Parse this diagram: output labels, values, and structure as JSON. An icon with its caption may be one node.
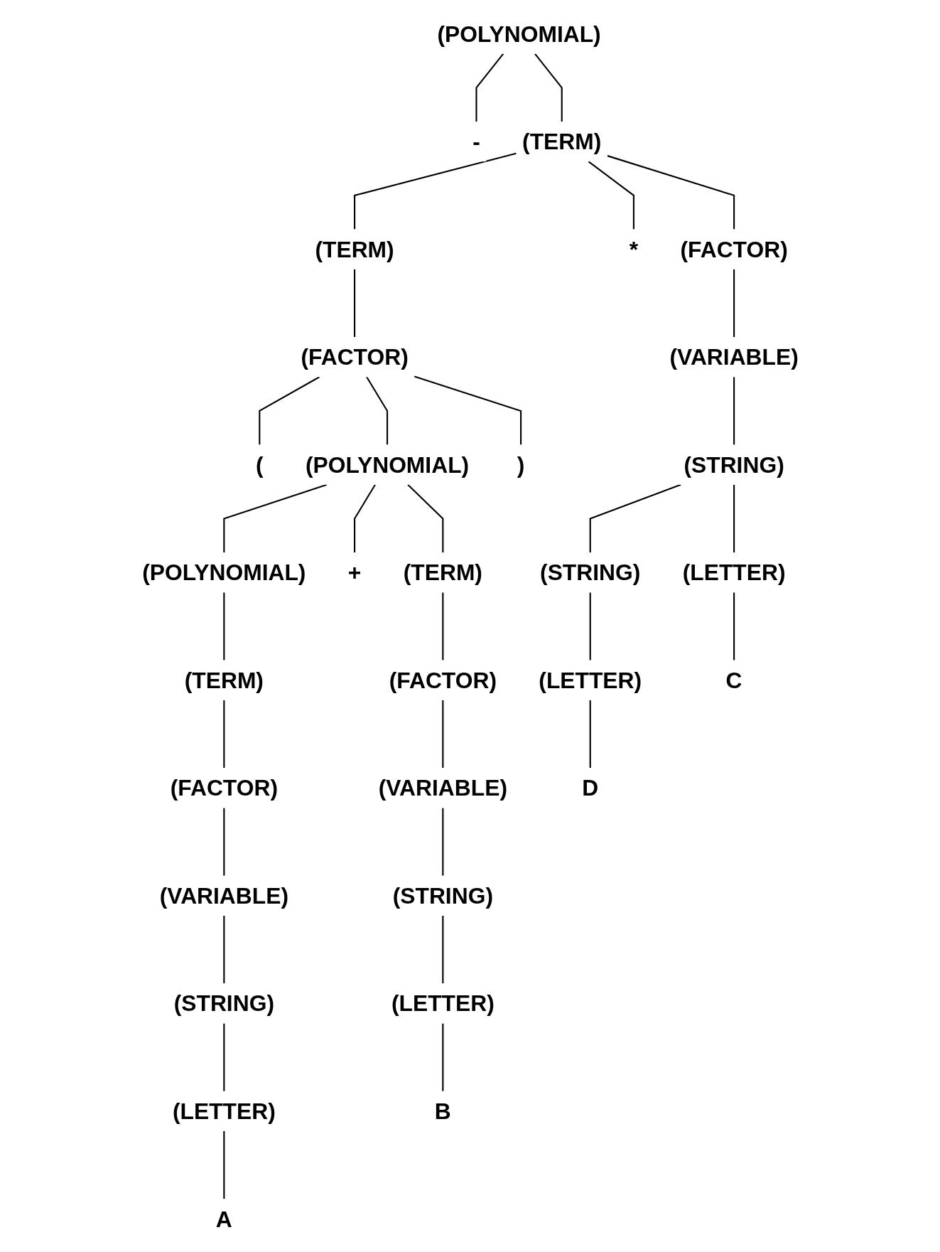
{
  "diagram": {
    "nodes": [
      {
        "text": [
          "(POLYNOMIAL)"
        ]
      },
      {
        "text": [
          "-"
        ]
      },
      {
        "text": [
          "(TERM)"
        ]
      },
      {
        "text": [
          "(TERM)"
        ]
      },
      {
        "text": [
          "*"
        ]
      },
      {
        "text": [
          "(FACTOR)"
        ]
      },
      {
        "text": [
          "(FACTOR)"
        ]
      },
      {
        "text": [
          "(VARIABLE)"
        ]
      },
      {
        "text": [
          "("
        ]
      },
      {
        "text": [
          "(POLYNOMIAL)"
        ]
      },
      {
        "text": [
          ")"
        ]
      },
      {
        "text": [
          "(STRING)"
        ]
      },
      {
        "text": [
          "(POLYNOMIAL)"
        ]
      },
      {
        "text": [
          "+"
        ]
      },
      {
        "text": [
          "(TERM)"
        ]
      },
      {
        "text": [
          "(STRING)"
        ]
      },
      {
        "text": [
          "(LETTER)"
        ]
      },
      {
        "text": [
          "(TERM)"
        ]
      },
      {
        "text": [
          "(FACTOR)"
        ]
      },
      {
        "text": [
          "(LETTER)"
        ]
      },
      {
        "text": [
          "C"
        ]
      },
      {
        "text": [
          "(FACTOR)"
        ]
      },
      {
        "text": [
          "(VARIABLE)"
        ]
      },
      {
        "text": [
          "D"
        ]
      },
      {
        "text": [
          "(VARIABLE)"
        ]
      },
      {
        "text": [
          "(STRING)"
        ]
      },
      {
        "text": [
          "(STRING)"
        ]
      },
      {
        "text": [
          "(LETTER)"
        ]
      },
      {
        "text": [
          "(LETTER)"
        ]
      },
      {
        "text": [
          "B"
        ]
      },
      {
        "text": [
          "A"
        ]
      }
    ],
    "edges": [
      {
        "from": 0,
        "to": 1,
        "arrow": "none"
      },
      {
        "from": 0,
        "to": 2,
        "arrow": "none"
      },
      {
        "from": 2,
        "to": 3,
        "arrow": "none"
      },
      {
        "from": 2,
        "to": 4,
        "arrow": "none"
      },
      {
        "from": 2,
        "to": 5,
        "arrow": "none"
      },
      {
        "from": 3,
        "to": 6,
        "arrow": "none"
      },
      {
        "from": 5,
        "to": 7,
        "arrow": "none"
      },
      {
        "from": 6,
        "to": 8,
        "arrow": "none"
      },
      {
        "from": 6,
        "to": 9,
        "arrow": "none"
      },
      {
        "from": 6,
        "to": 10,
        "arrow": "none"
      },
      {
        "from": 7,
        "to": 11,
        "arrow": "none"
      },
      {
        "from": 9,
        "to": 12,
        "arrow": "none"
      },
      {
        "from": 9,
        "to": 13,
        "arrow": "none"
      },
      {
        "from": 9,
        "to": 14,
        "arrow": "none"
      },
      {
        "from": 11,
        "to": 15,
        "arrow": "none"
      },
      {
        "from": 11,
        "to": 16,
        "arrow": "none"
      },
      {
        "from": 12,
        "to": 17,
        "arrow": "none"
      },
      {
        "from": 14,
        "to": 18,
        "arrow": "none"
      },
      {
        "from": 15,
        "to": 19,
        "arrow": "none"
      },
      {
        "from": 16,
        "to": 20,
        "arrow": "none"
      },
      {
        "from": 17,
        "to": 21,
        "arrow": "none"
      },
      {
        "from": 18,
        "to": 22,
        "arrow": "none"
      },
      {
        "from": 19,
        "to": 23,
        "arrow": "none"
      },
      {
        "from": 21,
        "to": 24,
        "arrow": "none"
      },
      {
        "from": 22,
        "to": 25,
        "arrow": "none"
      },
      {
        "from": 24,
        "to": 26,
        "arrow": "none"
      },
      {
        "from": 25,
        "to": 27,
        "arrow": "none"
      },
      {
        "from": 26,
        "to": 28,
        "arrow": "none"
      },
      {
        "from": 27,
        "to": 29,
        "arrow": "none"
      },
      {
        "from": 28,
        "to": 30,
        "arrow": "none"
      }
    ]
  }
}
